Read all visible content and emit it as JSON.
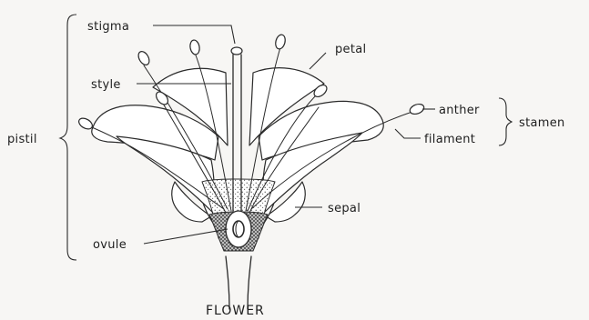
{
  "diagram": {
    "caption": "FLOWER",
    "labels": {
      "stigma": "stigma",
      "style": "style",
      "petal": "petal",
      "pistil": "pistil",
      "anther": "anther",
      "filament": "filament",
      "stamen": "stamen",
      "sepal": "sepal",
      "ovule": "ovule"
    }
  }
}
